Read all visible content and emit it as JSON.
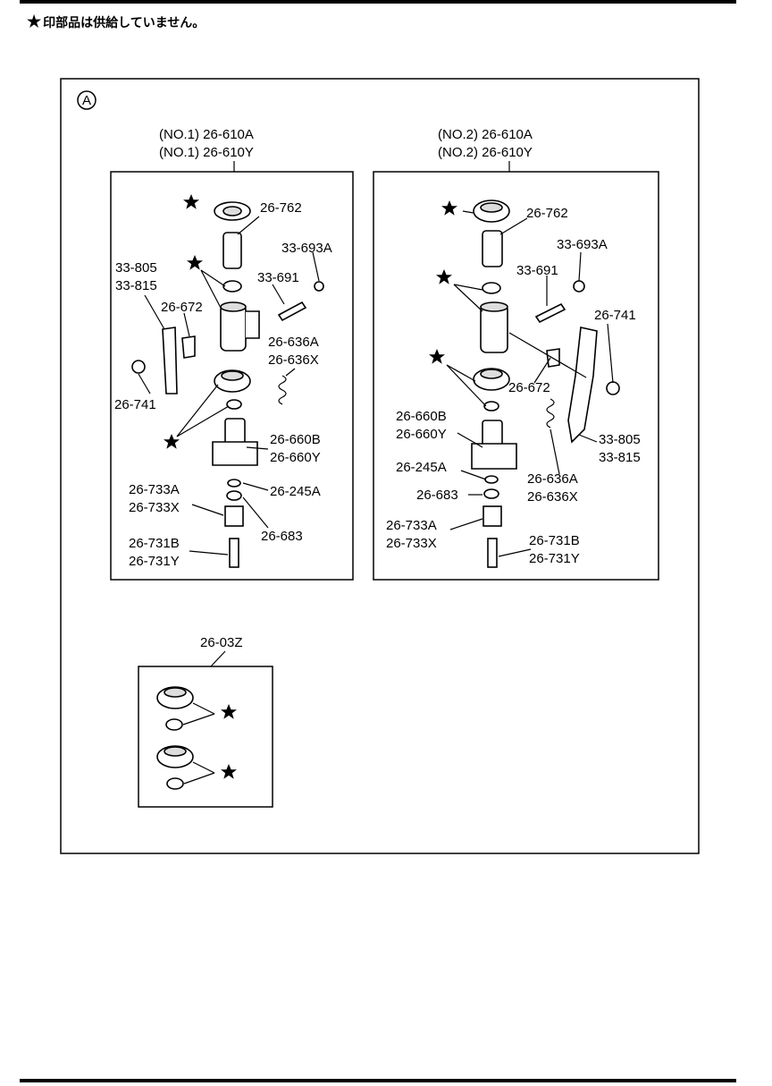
{
  "note": {
    "star_symbol": "★",
    "text": "印部品は供給していません。"
  },
  "section_marker": "A",
  "assembly_no1": {
    "header": [
      "(NO.1) 26-610A",
      "(NO.1) 26-610Y"
    ],
    "labels": {
      "p26_762": "26-762",
      "p33_693A": "33-693A",
      "p33_805": "33-805",
      "p33_815": "33-815",
      "p33_691": "33-691",
      "p26_672": "26-672",
      "p26_636A": "26-636A",
      "p26_636X": "26-636X",
      "p26_741": "26-741",
      "p26_660B": "26-660B",
      "p26_660Y": "26-660Y",
      "p26_733A": "26-733A",
      "p26_733X": "26-733X",
      "p26_245A": "26-245A",
      "p26_683": "26-683",
      "p26_731B": "26-731B",
      "p26_731Y": "26-731Y"
    }
  },
  "assembly_no2": {
    "header": [
      "(NO.2) 26-610A",
      "(NO.2) 26-610Y"
    ],
    "labels": {
      "p26_762": "26-762",
      "p33_693A": "33-693A",
      "p33_691": "33-691",
      "p26_741": "26-741",
      "p26_672": "26-672",
      "p26_660B": "26-660B",
      "p26_660Y": "26-660Y",
      "p33_805": "33-805",
      "p33_815": "33-815",
      "p26_245A": "26-245A",
      "p26_636A": "26-636A",
      "p26_636X": "26-636X",
      "p26_683": "26-683",
      "p26_733A": "26-733A",
      "p26_733X": "26-733X",
      "p26_731B": "26-731B",
      "p26_731Y": "26-731Y"
    }
  },
  "kit": {
    "label": "26-03Z"
  }
}
